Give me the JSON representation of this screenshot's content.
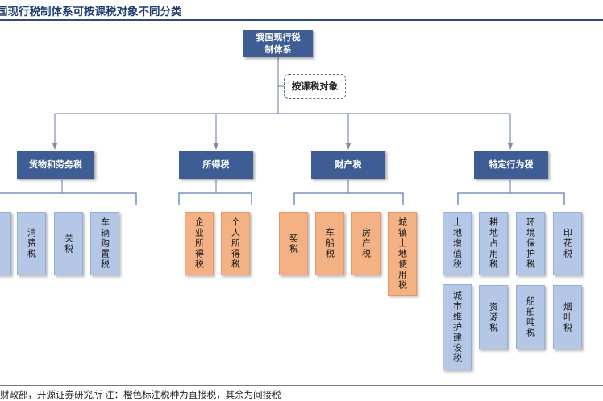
{
  "header": {
    "title": "国现行税制体系可按课税对象不同分类"
  },
  "diagram": {
    "root": "我国现行税制体系",
    "connector_label": "按课税对象",
    "categories": [
      {
        "label": "货物和劳务税",
        "leaves": [
          {
            "label": "",
            "color": "blue"
          },
          {
            "label": "消费税",
            "color": "blue"
          },
          {
            "label": "关税",
            "color": "blue"
          },
          {
            "label": "车辆购置税",
            "color": "blue"
          }
        ]
      },
      {
        "label": "所得税",
        "leaves": [
          {
            "label": "企业所得税",
            "color": "orange"
          },
          {
            "label": "个人所得税",
            "color": "orange"
          }
        ]
      },
      {
        "label": "财产税",
        "leaves": [
          {
            "label": "契税",
            "color": "orange"
          },
          {
            "label": "车船税",
            "color": "orange"
          },
          {
            "label": "房产税",
            "color": "orange"
          },
          {
            "label": "城镇土地使用税",
            "color": "orange"
          }
        ]
      },
      {
        "label": "特定行为税",
        "leaves": [
          {
            "label": "土地增值税",
            "color": "blue"
          },
          {
            "label": "耕地占用税",
            "color": "blue"
          },
          {
            "label": "环境保护税",
            "color": "blue"
          },
          {
            "label": "印花税",
            "color": "blue"
          },
          {
            "label": "城市维护建设税",
            "color": "blue"
          },
          {
            "label": "资源税",
            "color": "blue"
          },
          {
            "label": "船舶吨税",
            "color": "blue"
          },
          {
            "label": "烟叶税",
            "color": "blue"
          }
        ]
      }
    ],
    "colors": {
      "header_box": "#3d5d94",
      "leaf_blue": "#b4c7e7",
      "leaf_orange": "#f4b183",
      "connector": "#7f8faa"
    }
  },
  "footer": {
    "source": "财政部，开源证券研究所 注：橙色标注税种为直接税，其余为间接税"
  }
}
